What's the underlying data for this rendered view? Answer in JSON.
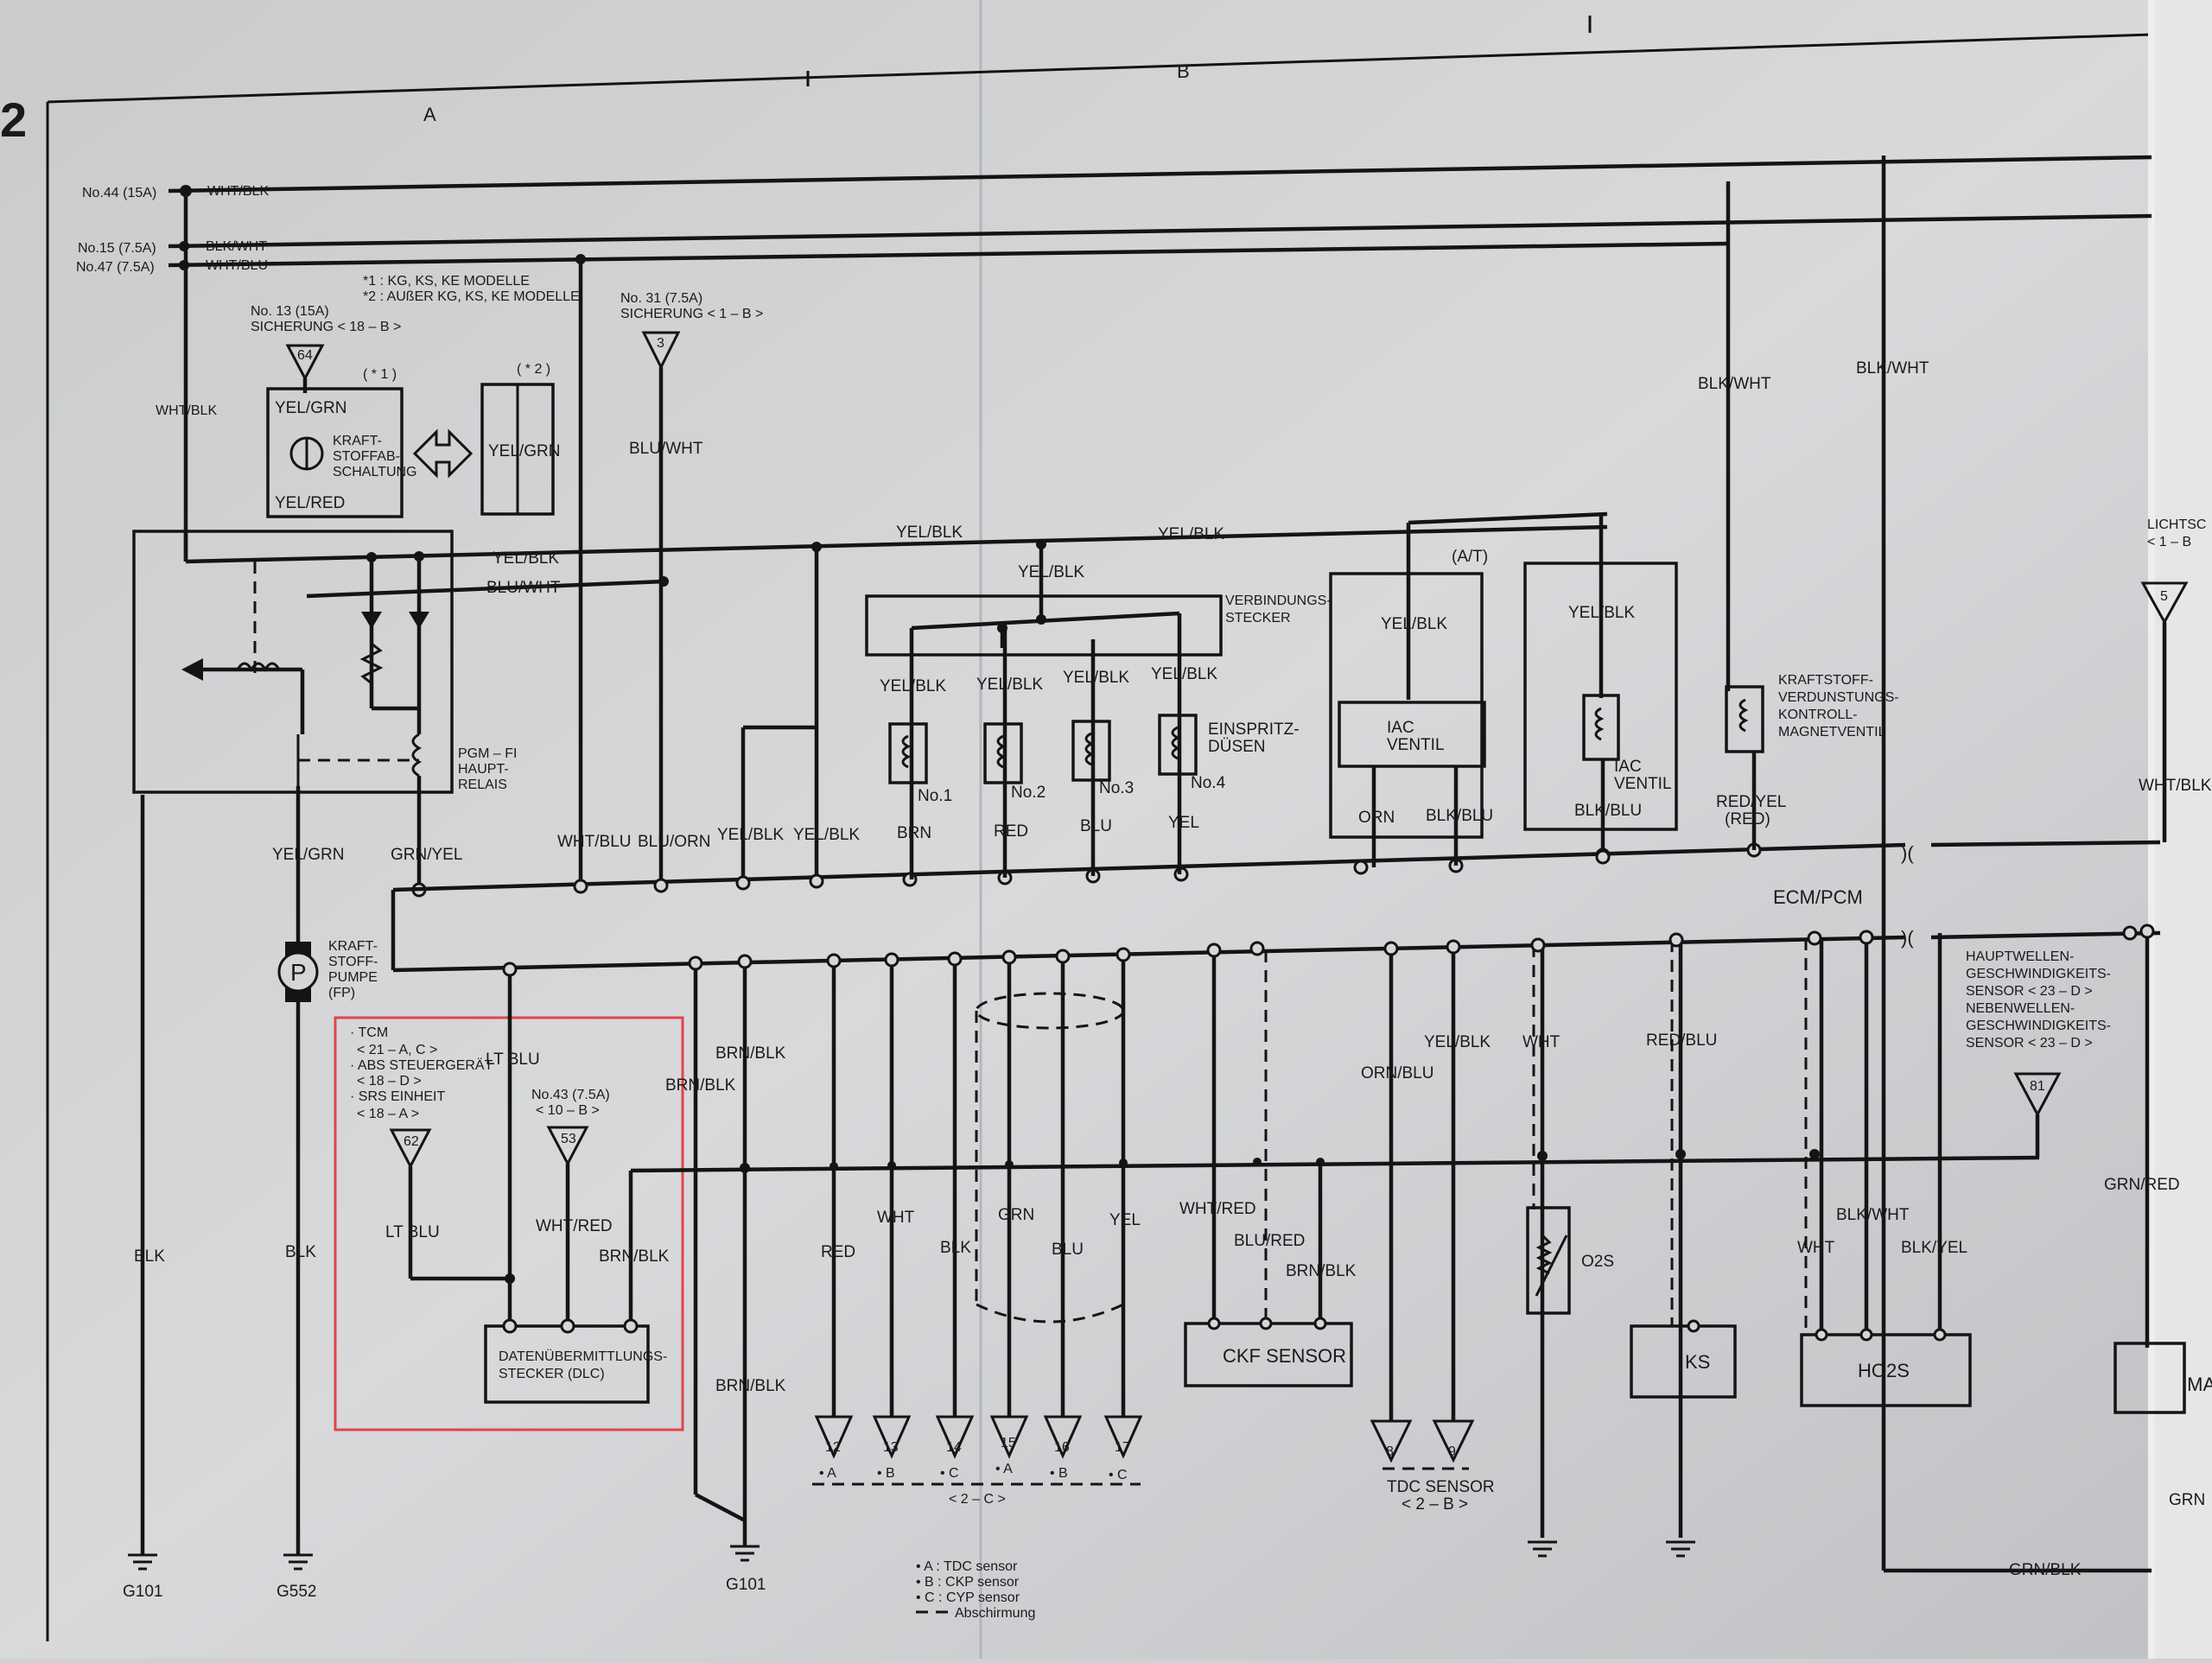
{
  "page": {
    "number": "2",
    "sections": [
      "A",
      "B"
    ]
  },
  "fuses": [
    {
      "label": "No.44 (15A)",
      "wire": "WHT/BLK"
    },
    {
      "label": "No.15 (7.5A)",
      "wire": "BLK/WHT"
    },
    {
      "label": "No.47 (7.5A)",
      "wire": "WHT/BLU"
    }
  ],
  "notes": {
    "n1": "*1 : KG, KS, KE MODELLE",
    "n2": "*2 : AUßER KG, KS, KE MODELLE",
    "fuse13_a": "No. 13 (15A)",
    "fuse13_b": "SICHERUNG < 18 – B >",
    "fuse31_a": "No. 31 (7.5A)",
    "fuse31_b": "SICHERUNG < 1 – B >",
    "star1": "( * 1 )",
    "star2": "( * 2 )",
    "connector64": "64",
    "connector3": "3"
  },
  "components": {
    "fuel_cutoff_1": "KRAFT-",
    "fuel_cutoff_2": "STOFFAB-",
    "fuel_cutoff_3": "SCHALTUNG",
    "main_relay_1": "PGM – FI",
    "main_relay_2": "HAUPT-",
    "main_relay_3": "RELAIS",
    "joint_1": "VERBINDUNGS-",
    "joint_2": "STECKER",
    "injectors_1": "EINSPRITZ-",
    "injectors_2": "DÜSEN",
    "at": "(A/T)",
    "iac_1": "IAC",
    "iac_2": "VENTIL",
    "evap_1": "KRAFTSTOFF-",
    "evap_2": "VERDUNSTUNGS-",
    "evap_3": "KONTROLL-",
    "evap_4": "MAGNETVENTIL",
    "ecm": "ECM/PCM",
    "pump_1": "KRAFT-",
    "pump_2": "STOFF-",
    "pump_3": "PUMPE",
    "pump_4": "(FP)",
    "pump_symbol": "P",
    "dlc_1": "DATENÜBERMITTLUNGS-",
    "dlc_2": "STECKER (DLC)",
    "ckf": "CKF SENSOR",
    "ks": "KS",
    "ho2s": "HO2S",
    "o2s": "O2S",
    "ima": "IMA",
    "tdc_1": "TDC SENSOR",
    "tdc_2": "< 2 – B >",
    "lights_1": "LICHTSC",
    "lights_2": "< 1 – B",
    "connector5": "5",
    "shaft_1": "HAUPTWELLEN-",
    "shaft_2": "GESCHWINDIGKEITS-",
    "shaft_3": "SENSOR < 23 – D >",
    "shaft_4": "NEBENWELLEN-",
    "shaft_5": "GESCHWINDIGKEITS-",
    "shaft_6": "SENSOR < 23 – D >",
    "connector81": "81"
  },
  "injectors": [
    "No.1",
    "No.2",
    "No.3",
    "No.4"
  ],
  "dlc_box": {
    "tcm_1": "· TCM",
    "tcm_2": "< 21 – A, C >",
    "abs_1": "· ABS STEUERGERÄT",
    "abs_2": "< 18 – D >",
    "srs_1": "· SRS EINHEIT",
    "srs_2": "< 18 – A >",
    "fuse43_1": "No.43 (7.5A)",
    "fuse43_2": "< 10 – B >",
    "conn62": "62",
    "conn53": "53",
    "color": "#e0454a"
  },
  "wires": {
    "wht_blk": "WHT/BLK",
    "yel_grn": "YEL/GRN",
    "yel_red": "YEL/RED",
    "blu_wht": "BLU/WHT",
    "yel_blk": "YEL/BLK",
    "blk_wht": "BLK/WHT",
    "grn_yel": "GRN/YEL",
    "wht_blu": "WHT/BLU",
    "blu_orn": "BLU/ORN",
    "brn": "BRN",
    "red": "RED",
    "blu": "BLU",
    "yel": "YEL",
    "orn": "ORN",
    "blk_blu": "BLK/BLU",
    "red_yel": "RED/YEL",
    "red_paren": "(RED)",
    "blk": "BLK",
    "lt_blu": "LT BLU",
    "wht_red": "WHT/RED",
    "brn_blk": "BRN/BLK",
    "wht": "WHT",
    "grn": "GRN",
    "blu_red": "BLU/RED",
    "orn_blu": "ORN/BLU",
    "red_blu": "RED/BLU",
    "blk_yel": "BLK/YEL",
    "grn_red": "GRN/RED",
    "grn_blk": "GRN/BLK",
    "grn_short": "GRN"
  },
  "grounds": [
    "G101",
    "G552",
    "G101"
  ],
  "sensor_pins": [
    "12",
    "13",
    "14",
    "15",
    "16",
    "17"
  ],
  "sensor_pin_labels": [
    "• A",
    "• B",
    "• C",
    "• A",
    "• B",
    "• C"
  ],
  "sensor_pin_group": "< 2 – C >",
  "tdc_pins": [
    "8",
    "9"
  ],
  "legend": {
    "a": "• A : TDC sensor",
    "b": "• B : CKP sensor",
    "c": "• C : CYP sensor",
    "shield": "Abschirmung"
  }
}
